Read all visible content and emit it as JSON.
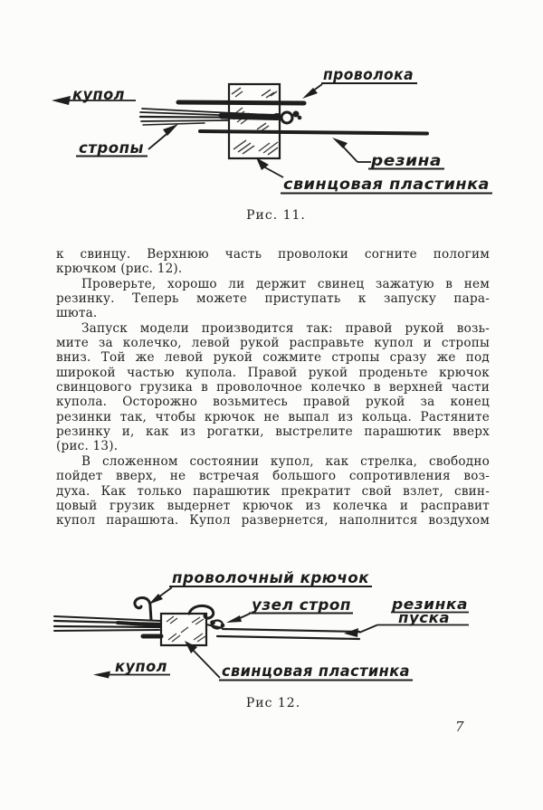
{
  "page": {
    "number": "7",
    "paper_color": "#fcfcfa",
    "ink_color": "#1e1e1e"
  },
  "figure11": {
    "caption": "Рис. 11.",
    "labels": {
      "kupol": "купол",
      "stropy": "стропы",
      "provoloka": "проволока",
      "rezina": "резина",
      "plastinka": "свинцовая пластинка"
    }
  },
  "figure12": {
    "caption": "Рис 12.",
    "labels": {
      "kryuchok": "проволочный крючок",
      "uzel": "узел строп",
      "rezinka_top": "резинка",
      "rezinka_bottom": "пуска",
      "kupol": "купол",
      "plastinka": "свинцовая пластинка"
    }
  },
  "text": {
    "lines": [
      "к свинцу. Верхнюю часть проволоки согните пологим",
      "крючком (рис. 12).",
      "Проверьте, хорошо ли держит свинец зажатую в нем",
      "резинку. Теперь можете приступать к запуску пара-",
      "шюта.",
      "Запуск модели производится так: правой рукой возь-",
      "мите за колечко, левой рукой расправьте купол и стропы",
      "вниз. Той же левой рукой сожмите стропы сразу же под",
      "широкой частью купола. Правой рукой проденьте крючок",
      "свинцового грузика в проволочное колечко в верхней части",
      "купола. Осторожно возьмитесь правой рукой за конец",
      "резинки так, чтобы крючок не выпал из кольца. Растяните",
      "резинку и, как из рогатки, выстрелите парашютик вверх",
      "(рис. 13).",
      "В сложенном состоянии купол, как стрелка, свободно",
      "пойдет вверх, не встречая большого сопротивления воз-",
      "духа. Как только парашютик прекратит свой взлет, свин-",
      "цовый грузик выдернет крючок из колечка и расправит",
      "купол парашюта. Купол развернется, наполнится воздухом"
    ]
  }
}
